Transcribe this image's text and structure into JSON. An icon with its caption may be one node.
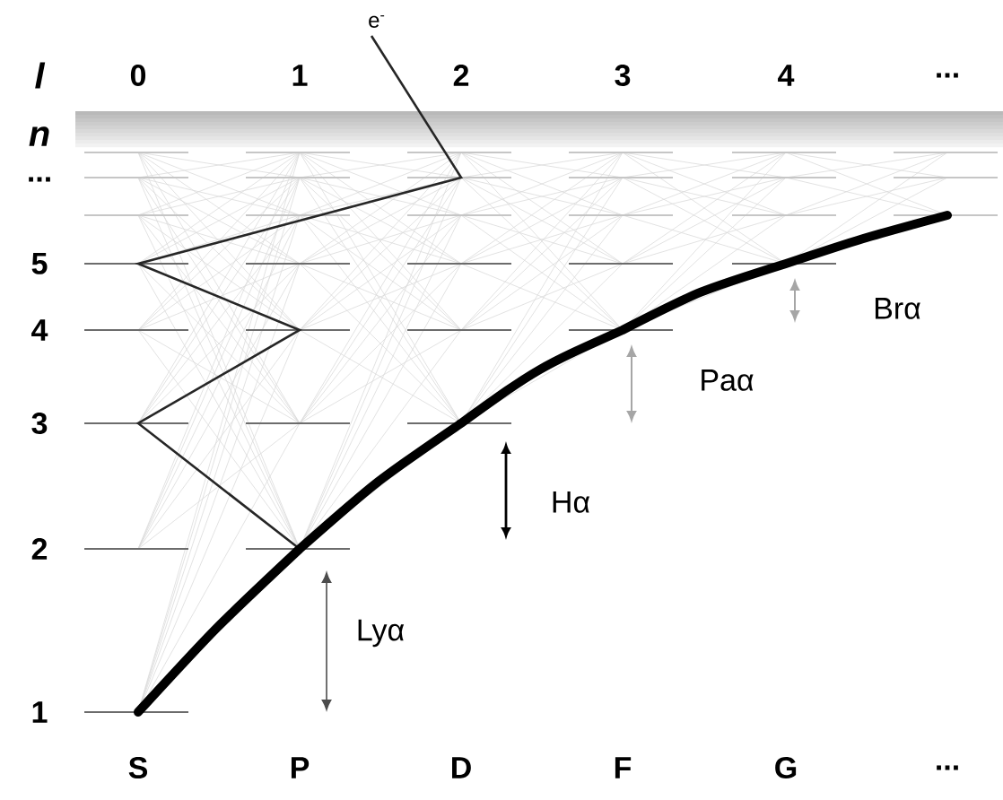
{
  "diagram": {
    "labels": [
      "e$^{-}$",
      "l",
      "0",
      "1",
      "2",
      "3",
      "4",
      "...",
      "n",
      "...",
      "5",
      "Brα",
      "4",
      "Paα",
      "3",
      "Hα",
      "2",
      "Lyα",
      "1",
      "S",
      "P",
      "D",
      "F",
      "G",
      "..."
    ]
  }
}
